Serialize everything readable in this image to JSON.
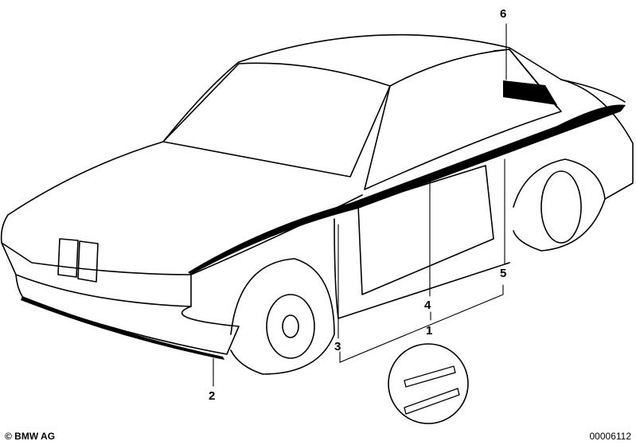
{
  "diagram": {
    "callouts": [
      {
        "id": "1",
        "text": "1"
      },
      {
        "id": "2",
        "text": "2"
      },
      {
        "id": "3",
        "text": "3"
      },
      {
        "id": "4",
        "text": "4"
      },
      {
        "id": "5",
        "text": "5"
      },
      {
        "id": "6",
        "text": "6"
      }
    ]
  },
  "footer": {
    "copyright": "© BMW AG",
    "figure_id": "00006112"
  }
}
